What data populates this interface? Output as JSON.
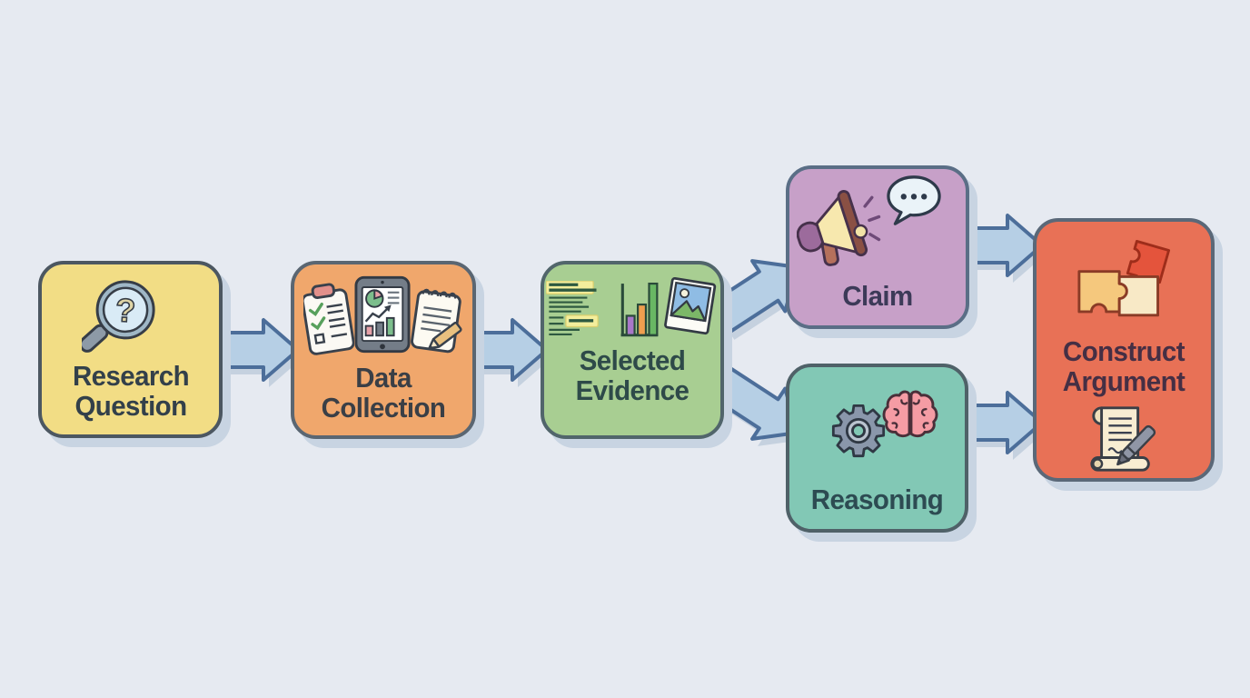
{
  "canvas": {
    "background": "#E6EAF1",
    "shadow": "#C8D4E2"
  },
  "diagram": {
    "nodes": [
      {
        "id": "research-question",
        "label": "Research Question",
        "fill": "#F2DD85",
        "border": "#4C5761",
        "text_color": "#33404A",
        "icons": [
          "magnifier-question-icon"
        ]
      },
      {
        "id": "data-collection",
        "label": "Data Collection",
        "fill": "#F0A76C",
        "border": "#5A6672",
        "text_color": "#3A3F46",
        "icons": [
          "clipboard-checklist-icon",
          "tablet-analytics-icon",
          "notepad-pencil-icon"
        ]
      },
      {
        "id": "selected-evidence",
        "label": "Selected Evidence",
        "fill": "#A8CE92",
        "border": "#51656B",
        "text_color": "#2E4A49",
        "icons": [
          "highlighted-text-icon",
          "bar-chart-icon",
          "photo-polaroid-icon"
        ]
      },
      {
        "id": "claim",
        "label": "Claim",
        "fill": "#C7A0C8",
        "border": "#5A6E86",
        "text_color": "#3C3A58",
        "icons": [
          "megaphone-icon",
          "speech-bubble-icon"
        ]
      },
      {
        "id": "reasoning",
        "label": "Reasoning",
        "fill": "#82C8B5",
        "border": "#4F6168",
        "text_color": "#2D4B52",
        "icons": [
          "gear-icon",
          "brain-icon"
        ]
      },
      {
        "id": "construct-argument",
        "label": "Construct Argument",
        "fill": "#E87156",
        "border": "#5A6878",
        "text_color": "#452F44",
        "icons": [
          "puzzle-pieces-icon",
          "scroll-pen-icon"
        ]
      }
    ],
    "edges": [
      {
        "from": "research-question",
        "to": "data-collection"
      },
      {
        "from": "data-collection",
        "to": "selected-evidence"
      },
      {
        "from": "selected-evidence",
        "to": "claim"
      },
      {
        "from": "selected-evidence",
        "to": "reasoning"
      },
      {
        "from": "claim",
        "to": "construct-argument"
      },
      {
        "from": "reasoning",
        "to": "construct-argument"
      }
    ],
    "arrow": {
      "fill": "#B6CFE5",
      "stroke": "#4C6E9A",
      "shadow": "#C5D1DF"
    }
  }
}
